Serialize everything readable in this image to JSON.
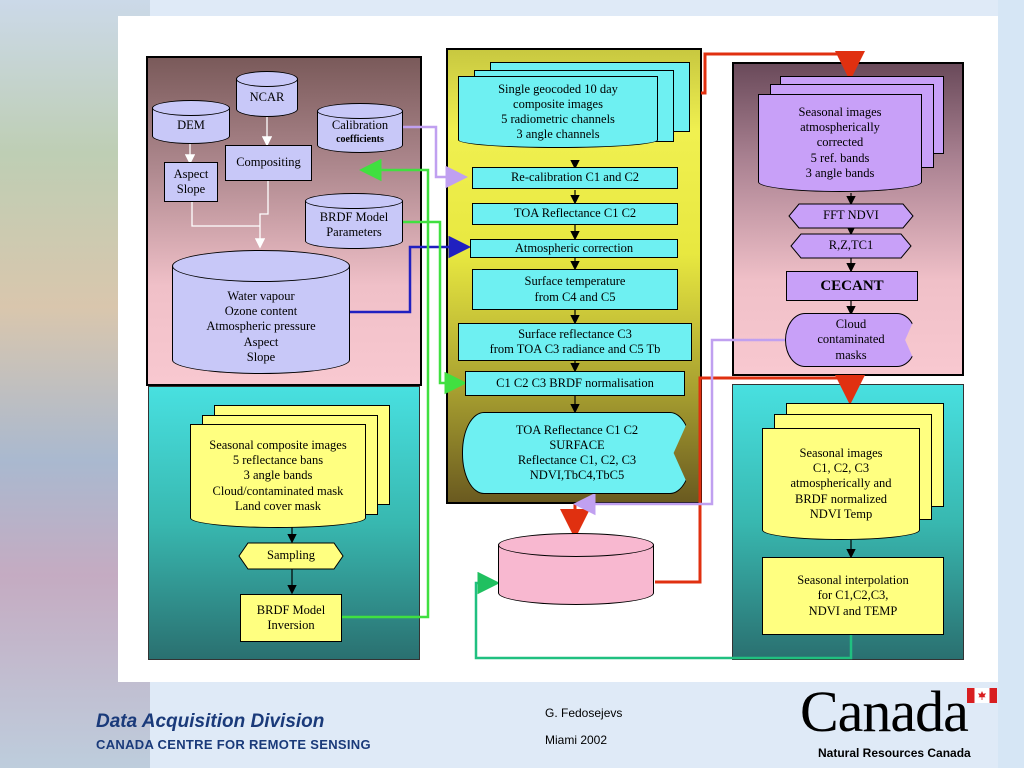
{
  "left_top": {
    "ncar": "NCAR",
    "dem": "DEM",
    "calibration_line1": "Calibration",
    "calibration_line2": "coefficients",
    "compositing": "Compositing",
    "aspect_slope": [
      "Aspect",
      "Slope"
    ],
    "brdf_params": [
      "BRDF Model",
      "Parameters"
    ],
    "water_vapour": [
      "Water vapour",
      "Ozone content",
      "Atmospheric pressure",
      "Aspect",
      "Slope"
    ]
  },
  "left_bottom": {
    "seasonal": [
      "Seasonal composite images",
      "5 reflectance bans",
      "3 angle bands",
      "Cloud/contaminated mask",
      "Land cover mask"
    ],
    "sampling": "Sampling",
    "inversion": [
      "BRDF Model",
      "Inversion"
    ]
  },
  "center": {
    "single": [
      "Single geocoded 10 day",
      "composite images",
      "5 radiometric channels",
      "3 angle channels"
    ],
    "recal": "Re-calibration C1 and C2",
    "toa": "TOA Reflectance C1 C2",
    "atmos": "Atmospheric correction",
    "surftemp": [
      "Surface temperature",
      "from C4 and C5"
    ],
    "surfrefl": [
      "Surface reflectance C3",
      "from TOA C3 radiance and C5 Tb"
    ],
    "brdfnorm": "C1 C2 C3 BRDF normalisation",
    "output": [
      "TOA Reflectance C1 C2",
      "SURFACE",
      "Reflectance C1, C2, C3",
      "NDVI,TbC4,TbC5"
    ]
  },
  "right_top": {
    "seasonal": [
      "Seasonal images",
      "atmospherically",
      "corrected",
      "5 ref. bands",
      "3 angle bands"
    ],
    "fft": "FFT  NDVI",
    "rztc": "R,Z,TC1",
    "cecant": "CECANT",
    "cloud": [
      "Cloud",
      "contaminated",
      "masks"
    ]
  },
  "right_bottom": {
    "seasonal": [
      "Seasonal images",
      "C1, C2, C3",
      "atmospherically and",
      "BRDF normalized",
      "NDVI Temp"
    ],
    "interp": [
      "Seasonal interpolation",
      "for C1,C2,C3,",
      "NDVI and TEMP"
    ]
  },
  "footer": {
    "title": "Data Acquisition Division",
    "subtitle": "CANADA CENTRE FOR REMOTE SENSING",
    "author": "G. Fedosejevs",
    "place": "Miami 2002",
    "logo": "Canada",
    "dept": "Natural Resources Canada"
  },
  "colors": {
    "panel_top_left": "#f0c0c8",
    "panel_bottom_teal": "#40c8c8",
    "center_olive": "#d8d840",
    "arrow_red": "#e03010",
    "arrow_green": "#40e040",
    "arrow_blue": "#2020c0",
    "arrow_lav": "#c0a0f0"
  }
}
